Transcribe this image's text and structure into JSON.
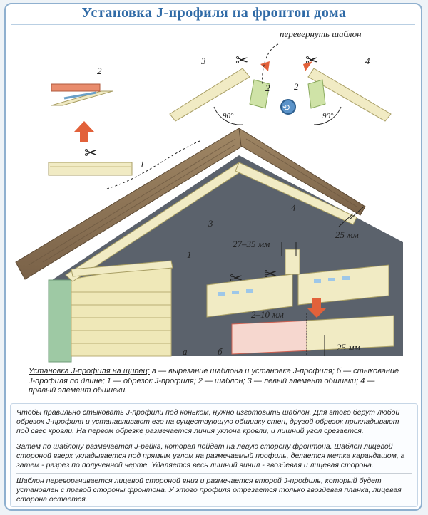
{
  "title": "Установка J-профиля на фронтон дома",
  "labels": {
    "flip_template": "перевернуть шаблон",
    "n1": "1",
    "n2": "2",
    "n3": "3",
    "n4": "4",
    "angle_90": "90°",
    "dim_27_35": "27–35 мм",
    "dim_25": "25 мм",
    "dim_2_10": "2–10 мм",
    "fig_a": "а",
    "fig_b": "б"
  },
  "caption": {
    "lead": "Установка J-профиля на щипец:",
    "body": " а — вырезание шаблона и установка J-профиля; б — стыкование J-профиля по длине; 1 — обрезок J-профиля; 2 — шаблон; 3 — левый элемент обшивки; 4 — правый элемент обшивки."
  },
  "notes": [
    "Чтобы правильно стыковать J-профили под коньком, нужно изготовить шаблон. Для этого берут любой обрезок J-профиля и устанавливают его на существующую обшивку стен, другой обрезок прикладывают под свес кровли. На первом обрезке размечается линия уклона кровли, и лишний угол срезается.",
    "Затем по шаблону размечается J-рейка, которая пойдет на левую сторону фронтона. Шаблон лицевой стороной вверх укладывается под прямым углом на размечаемый профиль, делается метка карандашом, а затем - разрез по полученной черте. Удаляется весь лишний винил - гвоздевая и лицевая сторона.",
    "Шаблон переворачивается лицевой стороной вниз и размечается второй J-профиль, который будет установлен с правой стороны фронтона. У этого профиля отрезается только гвоздевая планка, лицевая сторона остается."
  ],
  "colors": {
    "profile": "#f1ebc4",
    "roof": "#8b7355",
    "gable": "#5f6670",
    "siding": "#efe8b8",
    "arrow": "#e2613a",
    "trim": "#9ec9a4",
    "title": "#2f6aa6"
  },
  "icons": [
    "scissors-icon",
    "rotate-arrow-icon",
    "down-arrow-icon",
    "up-arrow-icon"
  ]
}
